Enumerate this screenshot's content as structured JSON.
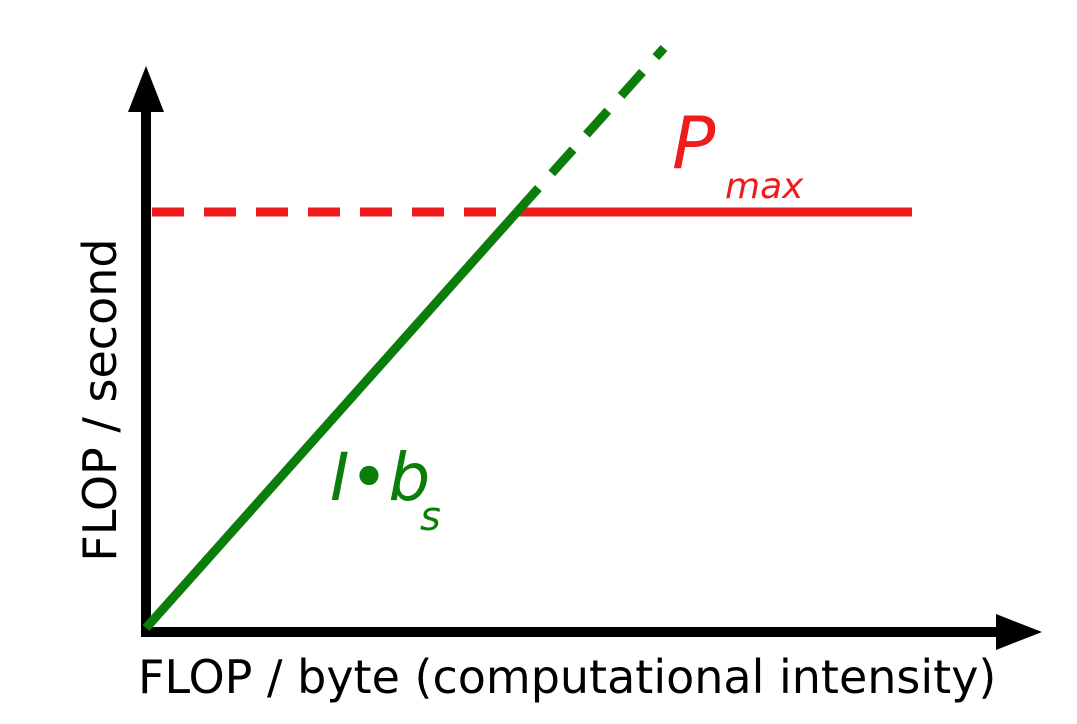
{
  "diagram": {
    "x_axis_label": "FLOP / byte (computational intensity)",
    "y_axis_label": "FLOP / second",
    "roof": {
      "symbol": "P",
      "subscript": "max",
      "color": "#ee1c1c"
    },
    "slope": {
      "symbol": "I•b",
      "subscript": "s",
      "color": "#0b7d0b"
    },
    "axis_color": "#000000"
  }
}
